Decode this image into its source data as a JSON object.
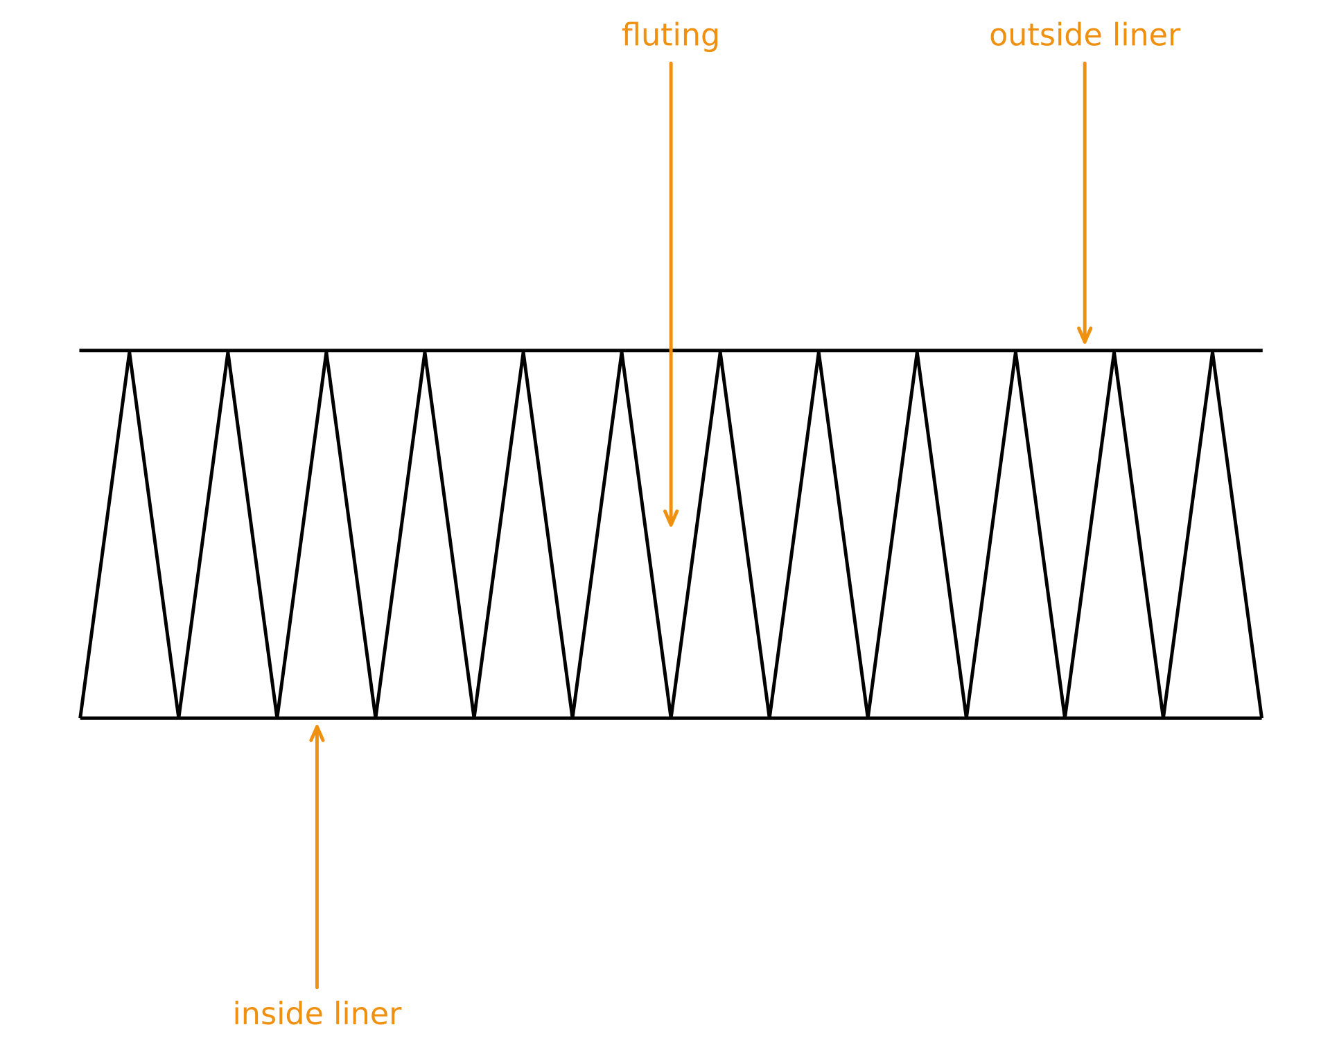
{
  "diagram": {
    "labels": {
      "fluting": "fluting",
      "outside_liner": "outside liner",
      "inside_liner": "inside liner"
    },
    "flute_count": 12,
    "colors": {
      "structure": "#000000",
      "annotation": "#f0900f"
    }
  }
}
